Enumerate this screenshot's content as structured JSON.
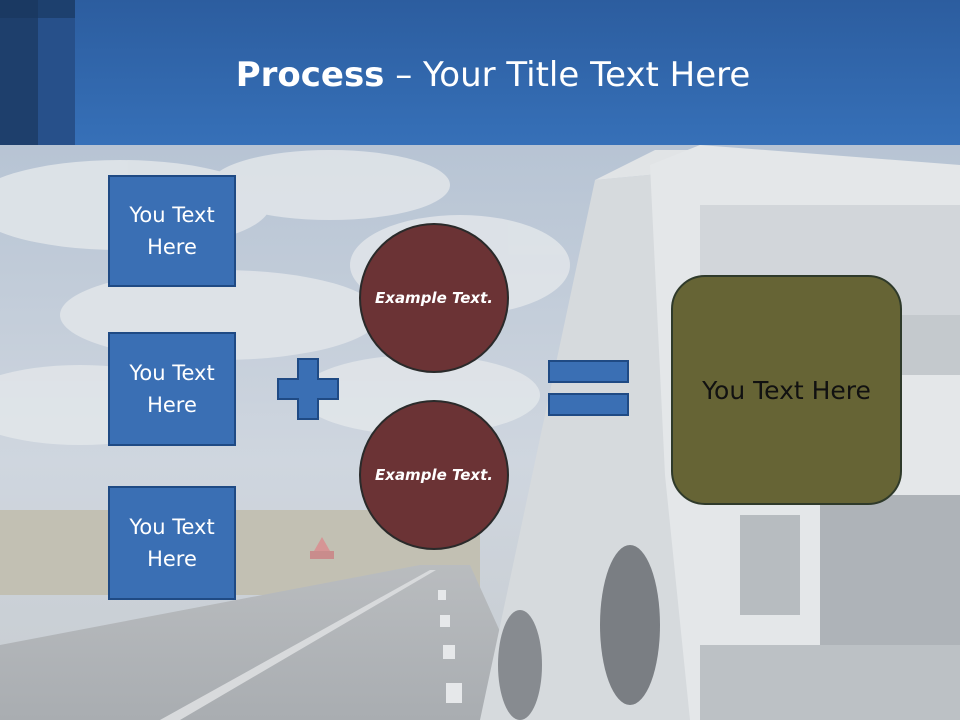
{
  "slide": {
    "title_bold": "Process",
    "title_rest": " – Your Title Text Here",
    "left_boxes": [
      {
        "text": "You Text Here"
      },
      {
        "text": "You Text Here"
      },
      {
        "text": "You Text Here"
      }
    ],
    "circles": [
      {
        "text": "Example Text."
      },
      {
        "text": "Example Text."
      }
    ],
    "result_text": "You Text Here",
    "icons": {
      "plus": "plus-icon",
      "equals": "equals-icon"
    },
    "colors": {
      "header": "#3670b8",
      "box_fill": "#3a6fb4",
      "circle_fill": "#6b3335",
      "result_fill": "#666435"
    }
  }
}
